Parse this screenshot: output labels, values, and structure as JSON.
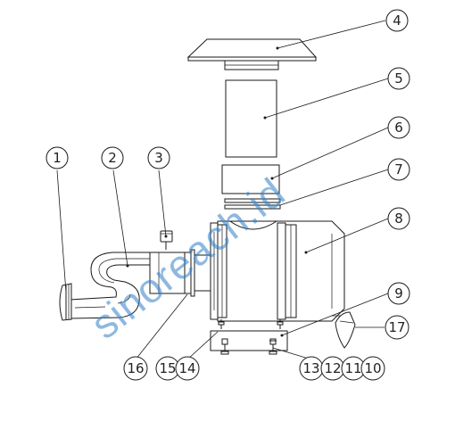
{
  "callouts": {
    "c1": "1",
    "c2": "2",
    "c3": "3",
    "c4": "4",
    "c5": "5",
    "c6": "6",
    "c7": "7",
    "c8": "8",
    "c9": "9",
    "c10": "10",
    "c11": "11",
    "c12": "12",
    "c13": "13",
    "c14": "14",
    "c15": "15",
    "c16": "16",
    "c17": "17"
  },
  "watermark": {
    "text": "sinoreach.id",
    "color": "#2f7fc8"
  }
}
